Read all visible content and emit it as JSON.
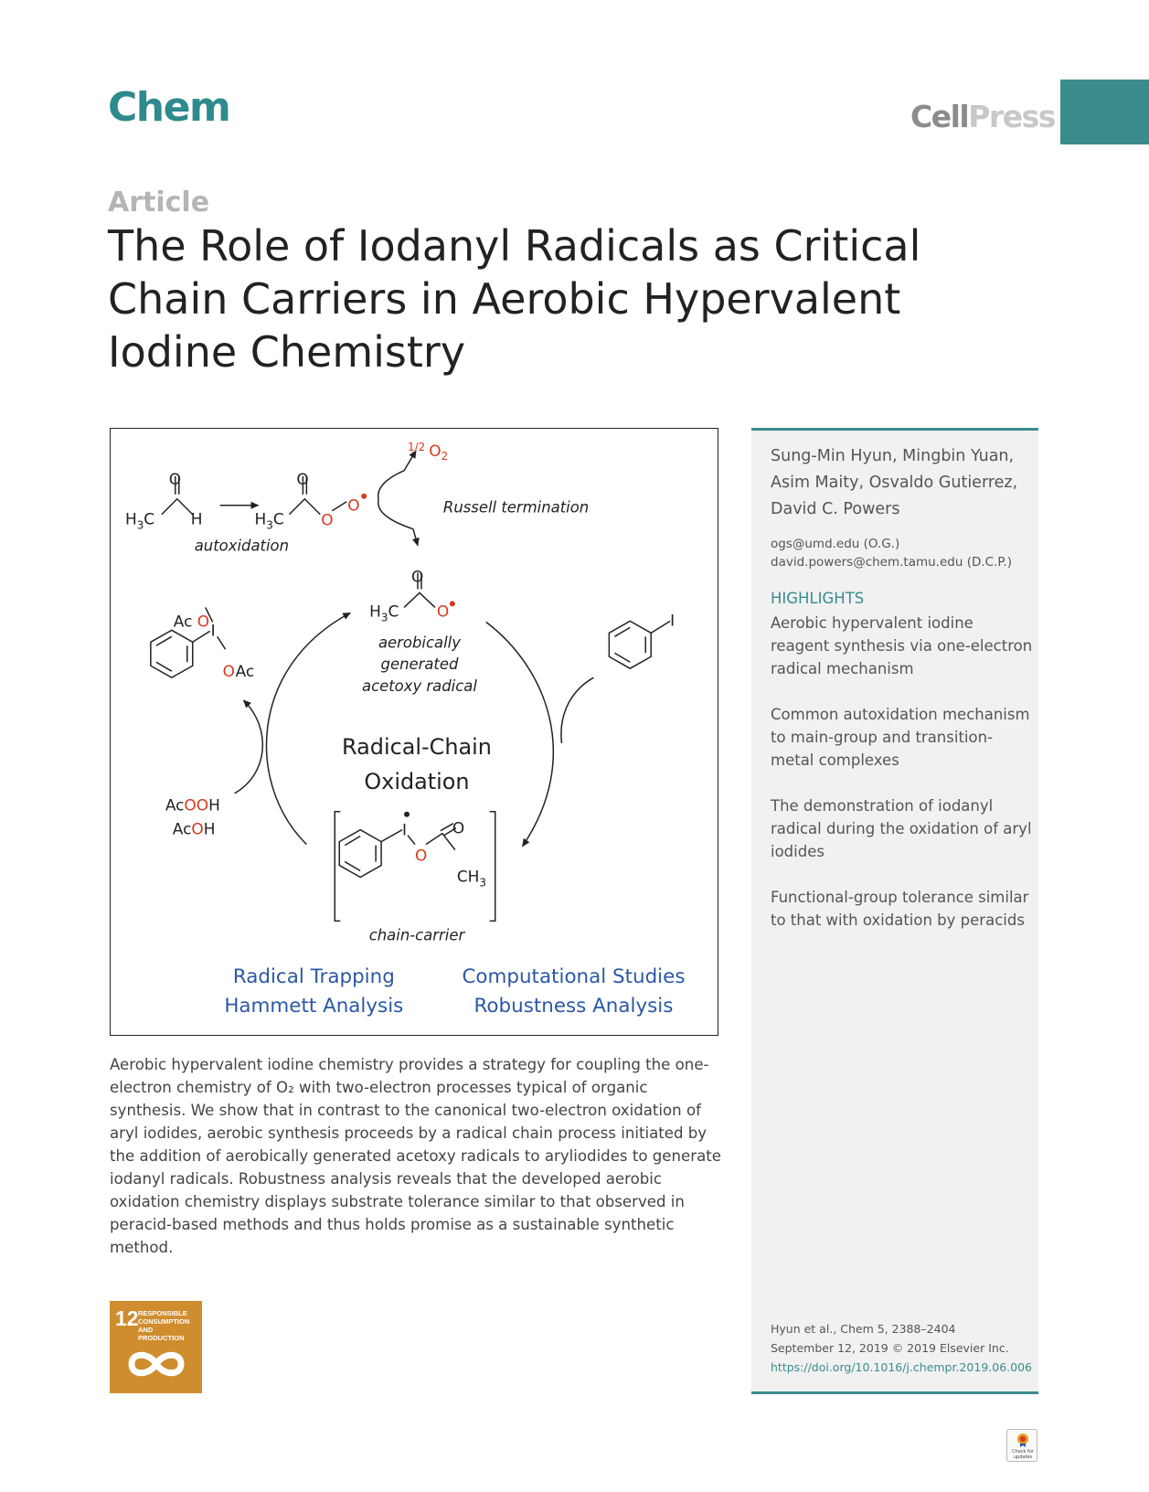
{
  "header": {
    "journal": "Chem",
    "publisher_cell": "Cell",
    "publisher_press": "Press"
  },
  "article": {
    "type": "Article",
    "title": "The Role of Iodanyl Radicals as Critical Chain Carriers in Aerobic Hypervalent Iodine Chemistry",
    "abstract": "Aerobic hypervalent iodine chemistry provides a strategy for coupling the one-electron chemistry of O₂ with two-electron processes typical of organic synthesis. We show that in contrast to the canonical two-electron oxidation of aryl iodides, aerobic synthesis proceeds by a radical chain process initiated by the addition of aerobically generated acetoxy radicals to aryliodides to generate iodanyl radicals. Robustness analysis reveals that the developed aerobic oxidation chemistry displays substrate tolerance similar to that observed in peracid-based methods and thus holds promise as a sustainable synthetic method."
  },
  "graphical_abstract": {
    "o2_half": "1/2",
    "o2_label": "O",
    "o2_sub": "2",
    "autoxidation": "autoxidation",
    "russell": "Russell termination",
    "acetoxy_line1": "aerobically",
    "acetoxy_line2": "generated",
    "acetoxy_line3": "acetoxy radical",
    "center_line1": "Radical-Chain",
    "center_line2": "Oxidation",
    "chain_carrier": "chain-carrier",
    "peracid_ac": "Ac",
    "peracid_oo": "OO",
    "peracid_h": "H",
    "acid_ac": "Ac",
    "acid_o": "O",
    "acid_h": "H",
    "method1": "Radical Trapping",
    "method2": "Hammett Analysis",
    "method3": "Computational Studies",
    "method4": "Robustness Analysis",
    "atom_O": "O",
    "atom_H": "H",
    "atom_C": "C",
    "atom_I": "I",
    "atom_Ac": "Ac",
    "atom_3": "3",
    "accent_color": "#d9381e",
    "method_color": "#2b58a5"
  },
  "sidebar": {
    "authors": "Sung-Min Hyun, Mingbin Yuan, Asim Maity, Osvaldo Gutierrez, David C. Powers",
    "email1": "ogs@umd.edu (O.G.)",
    "email2": "david.powers@chem.tamu.edu (D.C.P.)",
    "highlights_heading": "HIGHLIGHTS",
    "highlights": [
      "Aerobic hypervalent iodine reagent synthesis via one-electron radical mechanism",
      "Common autoxidation mechanism to main-group and transition-metal complexes",
      "The demonstration of iodanyl radical during the oxidation of aryl iodides",
      "Functional-group tolerance similar to that with oxidation by peracids"
    ],
    "citation": "Hyun et al., Chem 5, 2388–2404",
    "date": "September 12, 2019 © 2019 Elsevier Inc.",
    "doi": "https://doi.org/10.1016/j.chempr.2019.06.006"
  },
  "sdg": {
    "number": "12",
    "line1": "RESPONSIBLE",
    "line2": "CONSUMPTION",
    "line3": "AND PRODUCTION"
  },
  "badge": {
    "line1": "Check for",
    "line2": "updates"
  },
  "colors": {
    "teal": "#3a8c8c",
    "sdg_orange": "#cf8d2e"
  }
}
